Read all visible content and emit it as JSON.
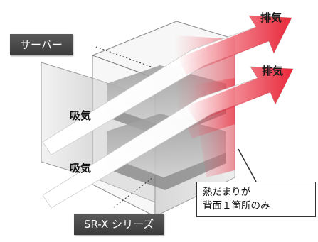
{
  "labels": {
    "server": "サーバー",
    "rack": "SR-X シリーズ",
    "intake_upper": "吸気",
    "intake_lower": "吸気",
    "exhaust_upper": "排気",
    "exhaust_lower": "排気"
  },
  "callout": {
    "line1": "熱だまりが",
    "line2": "背面１箇所のみ"
  },
  "colors": {
    "exhaust_red": "#e8283a",
    "label_dark": "#444444"
  }
}
